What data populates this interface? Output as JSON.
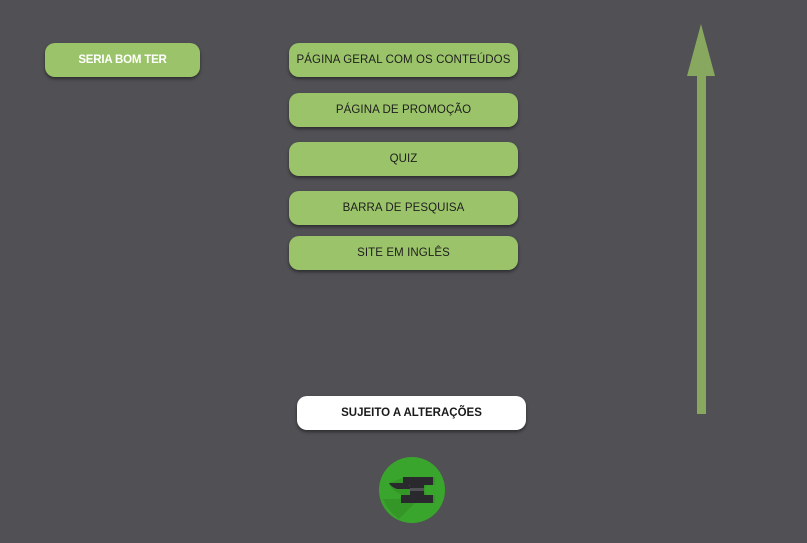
{
  "header_label": "SERIA BOM TER",
  "features": [
    "PÁGINA GERAL COM OS CONTEÚDOS",
    "PÁGINA DE PROMOÇÃO",
    "QUIZ",
    "BARRA DE PESQUISA",
    "SITE EM INGLÊS"
  ],
  "note_label": "SUJEITO A ALTERAÇÕES",
  "icons": {
    "arrow": "up-arrow-icon",
    "logo": "anvil-logo-icon"
  },
  "colors": {
    "background": "#505055",
    "pill": "#9bc46a",
    "arrow": "#88a85f",
    "logo_green": "#3aa52c",
    "logo_dark": "#2a2a2e"
  }
}
